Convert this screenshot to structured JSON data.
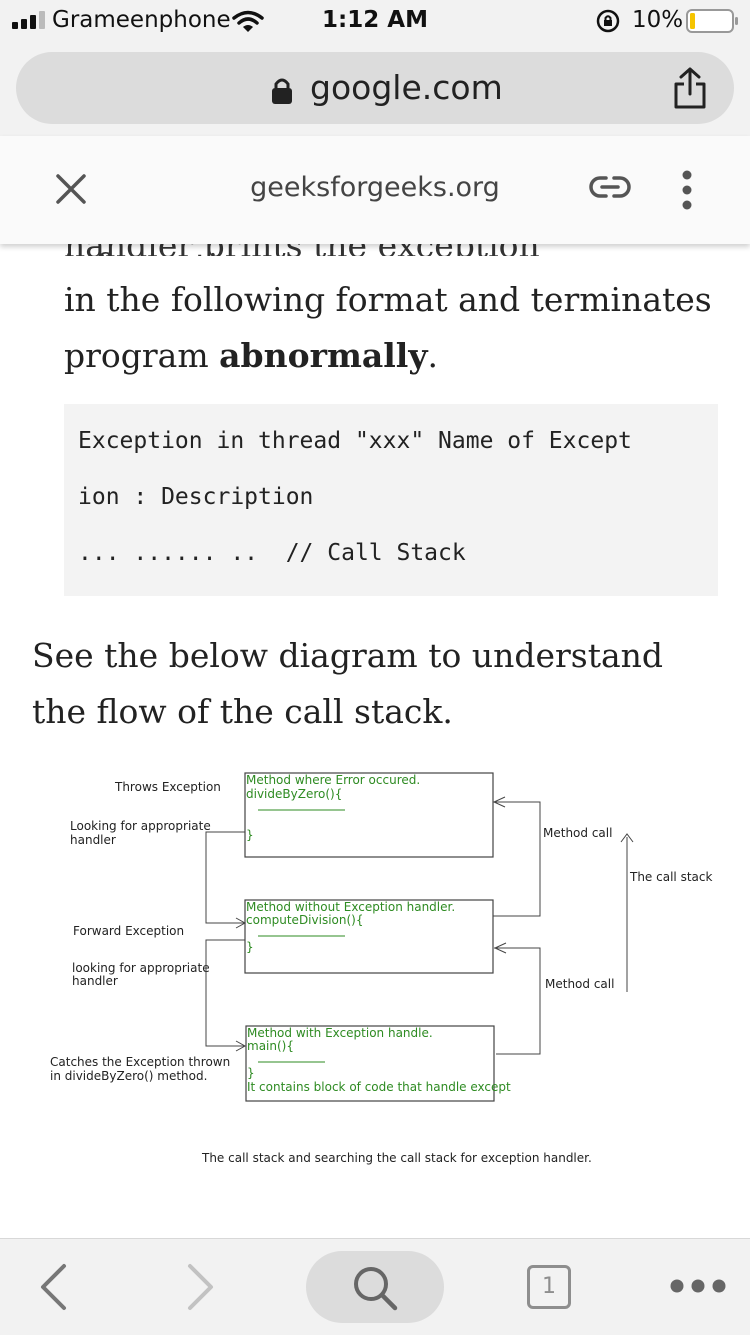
{
  "status_bar": {
    "carrier": "Grameenphone",
    "time": "1:12 AM",
    "battery": "10%"
  },
  "browser": {
    "url": "google.com",
    "amp_domain": "geeksforgeeks.org"
  },
  "article": {
    "partial_line": "handler prints the exception information",
    "para1_line1": "in the following format and terminates",
    "para1_prefix": "program ",
    "para1_bold": "abnormally",
    "para1_suffix": ".",
    "code_lines": [
      "Exception in thread \"xxx\" Name of Except",
      "ion : Description",
      "... ...... ..  // Call Stack"
    ],
    "para2": "See the below diagram to understand the flow of the call stack."
  },
  "diagram": {
    "left_labels": {
      "throws": "Throws Exception",
      "looking1_line1": "Looking for appropriate",
      "looking1_line2": "handler",
      "forward": "Forward Exception",
      "looking2_line1": "looking for appropriate",
      "looking2_line2": "handler",
      "catches_line1": "Catches the Exception thrown",
      "catches_line2": "in divideByZero() method."
    },
    "boxes": {
      "box1_title": "Method where Error occured.",
      "box1_code": "divideByZero(){",
      "box1_close": "}",
      "box2_title": "Method without Exception handler.",
      "box2_code": "computeDivision(){",
      "box2_close": "}",
      "box3_title": "Method with Exception handle.",
      "box3_code": "main(){",
      "box3_close": "}",
      "box3_note": "It contains block of code that handle except"
    },
    "right_labels": {
      "method_call_1": "Method call",
      "method_call_2": "Method call",
      "call_stack": "The call stack"
    },
    "caption": "The call stack and searching the call stack for exception handler.",
    "colors": {
      "green": "#2e8b22",
      "line": "#444444"
    }
  },
  "toolbar": {
    "tab_count": "1"
  }
}
